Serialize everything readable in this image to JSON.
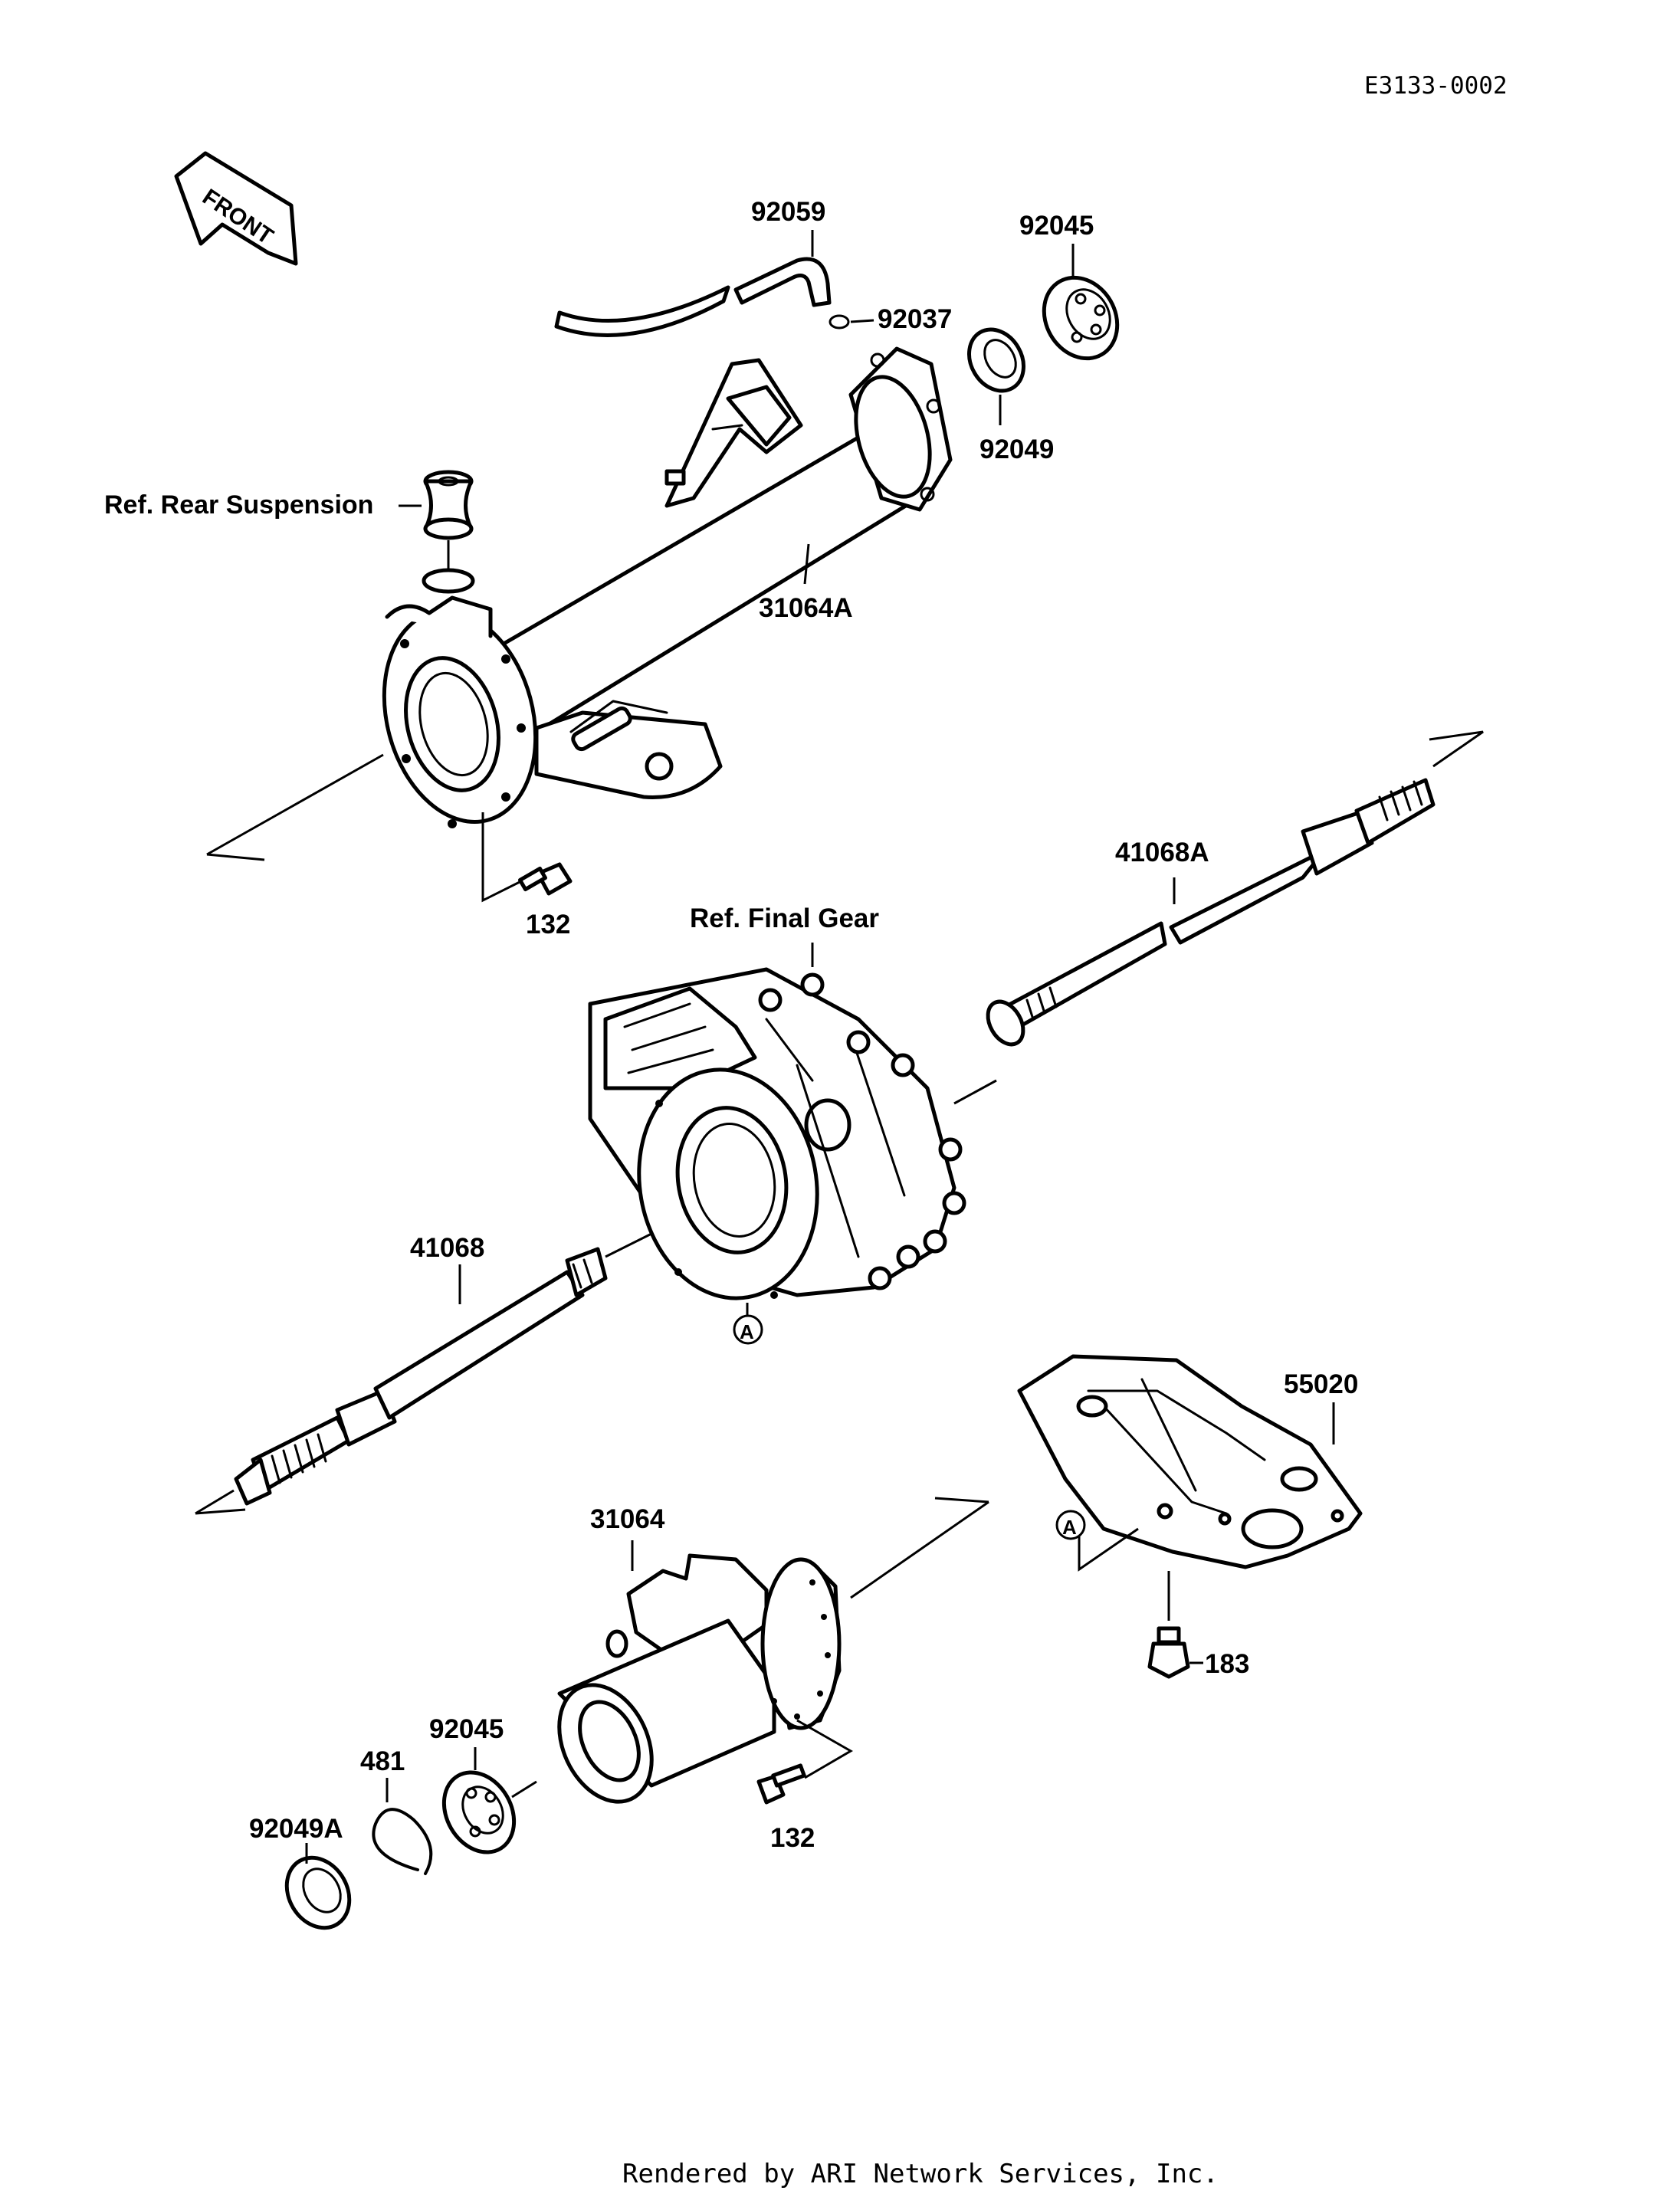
{
  "diagram_code": "E3133-0002",
  "front_label": "FRONT",
  "footer": "Rendered by ARI Network Services, Inc.",
  "parts": {
    "p92059": "92059",
    "p92045_top": "92045",
    "p92037": "92037",
    "p92049": "92049",
    "ref_rear_suspension": "Ref. Rear Suspension",
    "p31064A": "31064A",
    "p132_top": "132",
    "p41068A": "41068A",
    "ref_final_gear": "Ref. Final Gear",
    "p41068": "41068",
    "marker_a_gear": "A",
    "p55020": "55020",
    "marker_a_plate": "A",
    "p183": "183",
    "p31064": "31064",
    "p92045_bottom": "92045",
    "p481": "481",
    "p92049A": "92049A",
    "p132_bottom": "132"
  }
}
